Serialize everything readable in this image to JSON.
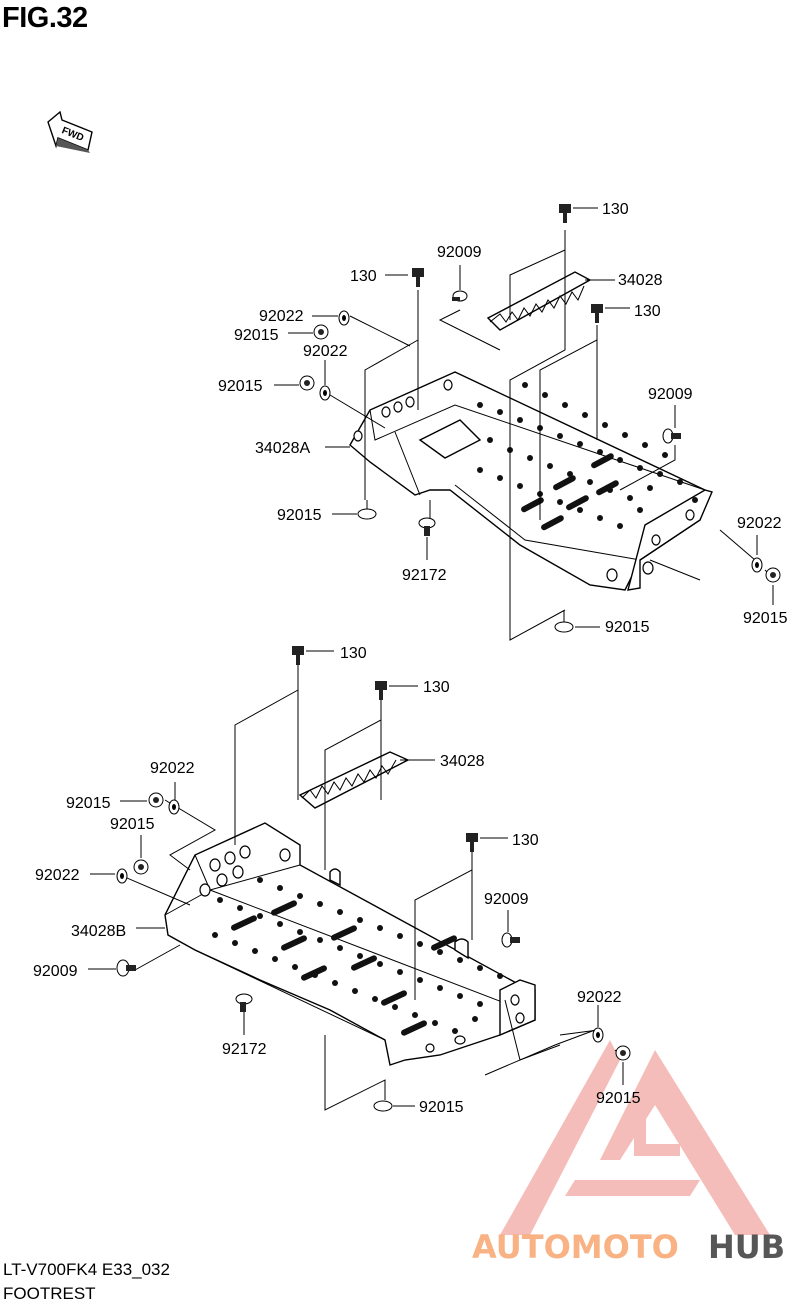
{
  "figure": {
    "title": "FIG.32"
  },
  "fwd_label": "FWD",
  "upper_assembly": {
    "callouts": [
      "130",
      "34028",
      "130",
      "92009",
      "92009",
      "130",
      "92022",
      "92015",
      "92022",
      "92015",
      "34028A",
      "92015",
      "92172",
      "92022",
      "92015",
      "92015"
    ]
  },
  "lower_assembly": {
    "callouts": [
      "130",
      "130",
      "34028",
      "92022",
      "92015",
      "92015",
      "130",
      "92022",
      "92009",
      "34028B",
      "92009",
      "92172",
      "92022",
      "92015",
      "92015"
    ]
  },
  "footer": {
    "model_code": "LT-V700FK4 E33_032",
    "section_name": "FOOTREST"
  },
  "watermark": {
    "part1": "AUTOMOTO",
    "part2": "HUB",
    "color_accent": "#f26b3a",
    "color_dark": "#3a3a3a",
    "logo_color": "#f4a49a"
  }
}
